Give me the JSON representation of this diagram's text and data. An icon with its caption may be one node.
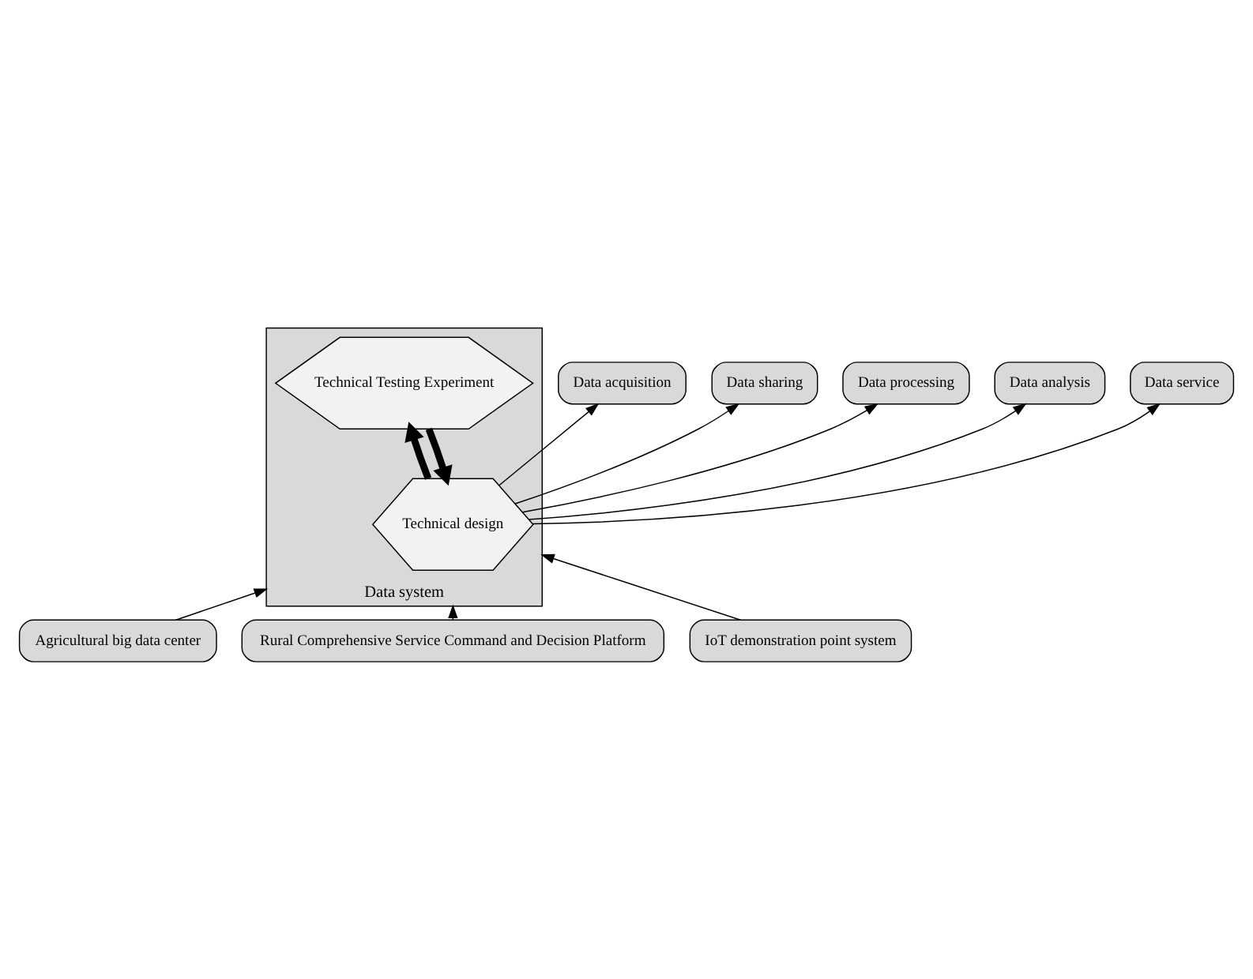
{
  "diagram": {
    "nodes": [
      {
        "text": [
          "Data system"
        ]
      },
      {
        "text": [
          "Technical design"
        ],
        "in": 0
      },
      {
        "text": [
          "Technical Testing Experiment"
        ],
        "in": 0
      },
      {
        "text": [
          "Data acquisition"
        ]
      },
      {
        "text": [
          "Data sharing"
        ]
      },
      {
        "text": [
          "Data processing"
        ]
      },
      {
        "text": [
          "Data analysis"
        ]
      },
      {
        "text": [
          "Data service"
        ]
      },
      {
        "text": [
          "Agricultural big data center"
        ]
      },
      {
        "text": [
          "Rural Comprehensive Service Command and Decision Platform"
        ]
      },
      {
        "text": [
          "IoT demonstration point system"
        ]
      }
    ],
    "edges": [
      {
        "from": 1,
        "to": 3,
        "arrow": "to"
      },
      {
        "from": 1,
        "to": 4,
        "arrow": "to"
      },
      {
        "from": 1,
        "to": 5,
        "arrow": "to"
      },
      {
        "from": 1,
        "to": 6,
        "arrow": "to"
      },
      {
        "from": 1,
        "to": 7,
        "arrow": "to"
      },
      {
        "from": 1,
        "to": 2,
        "arrow": "to",
        "style": "thick"
      },
      {
        "from": 2,
        "to": 1,
        "arrow": "to",
        "style": "thick"
      },
      {
        "from": 8,
        "to": 0,
        "arrow": "to"
      },
      {
        "from": 9,
        "to": 0,
        "arrow": "to"
      },
      {
        "from": 10,
        "to": 0,
        "arrow": "to"
      }
    ]
  }
}
